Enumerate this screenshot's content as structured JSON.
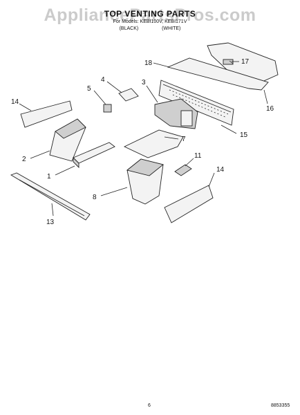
{
  "header": {
    "title": "TOP VENTING PARTS",
    "models": "For Models: KEBI100V, KEBI171V",
    "variant_left": "(BLACK)",
    "variant_right": "(WHITE)"
  },
  "watermark": "AppliancePartsPros.com",
  "footer": {
    "page": "6",
    "doc_number": "8853355"
  },
  "callouts": [
    "1",
    "2",
    "3",
    "4",
    "5",
    "7",
    "8",
    "11",
    "13",
    "14",
    "14",
    "15",
    "16",
    "17",
    "18"
  ]
}
